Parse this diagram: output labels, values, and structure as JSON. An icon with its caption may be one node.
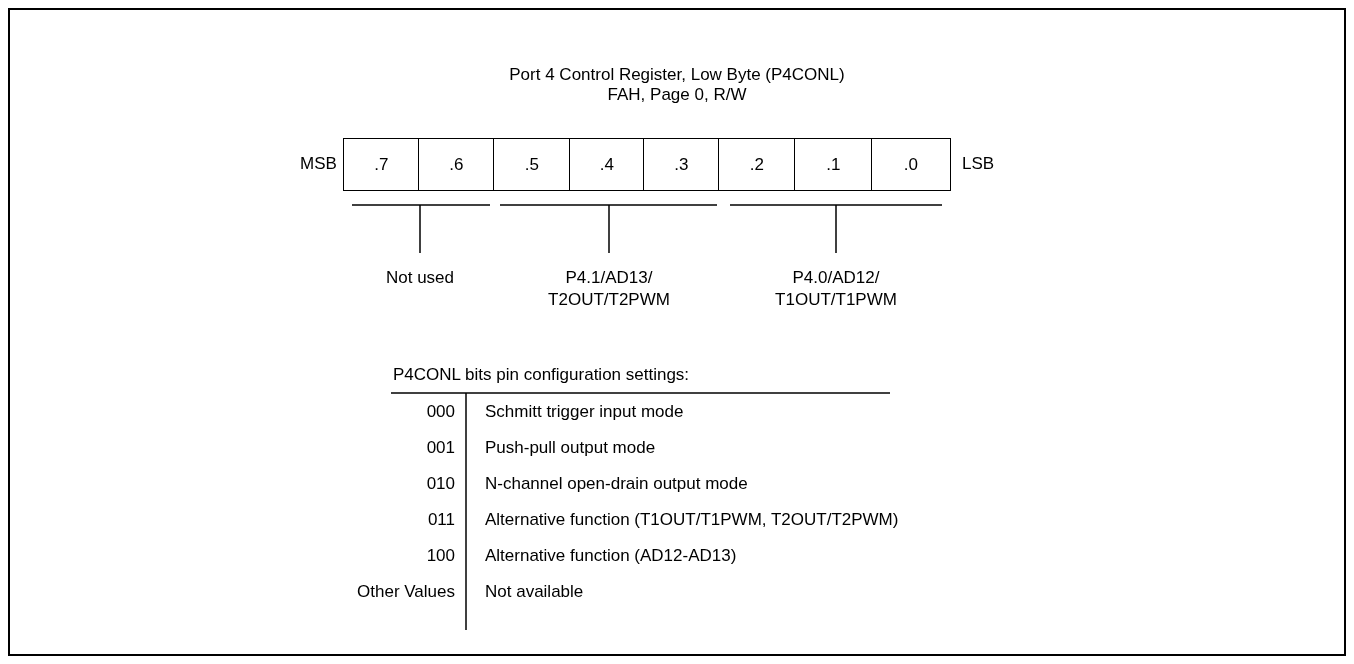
{
  "diagram": {
    "title": "Port 4 Control Register, Low Byte (P4CONL)",
    "nodes": [
      {
        "text": [
          ".7"
        ]
      },
      {
        "text": [
          ".6"
        ]
      },
      {
        "text": [
          ".5"
        ]
      },
      {
        "text": [
          ".4"
        ]
      },
      {
        "text": [
          ".3"
        ]
      },
      {
        "text": [
          ".2"
        ]
      },
      {
        "text": [
          ".1"
        ]
      },
      {
        "text": [
          ".0"
        ]
      }
    ],
    "edges": [],
    "labels": [
      "FAH, Page 0, R/W",
      "MSB",
      "LSB",
      "Not used",
      "P4.1/AD13/ T2OUT/T2PWM",
      "P4.0/AD12/ T1OUT/T1PWM",
      "P4CONL bits pin configuration settings:",
      "000",
      "Schmitt trigger input mode",
      "001",
      "Push-pull output mode",
      "010",
      "N-channel open-drain output mode",
      "011",
      "Alternative function (T1OUT/T1PWM, T2OUT/T2PWM)",
      "100",
      "Alternative function (AD12-AD13)",
      "Other Values",
      "Not available"
    ]
  }
}
